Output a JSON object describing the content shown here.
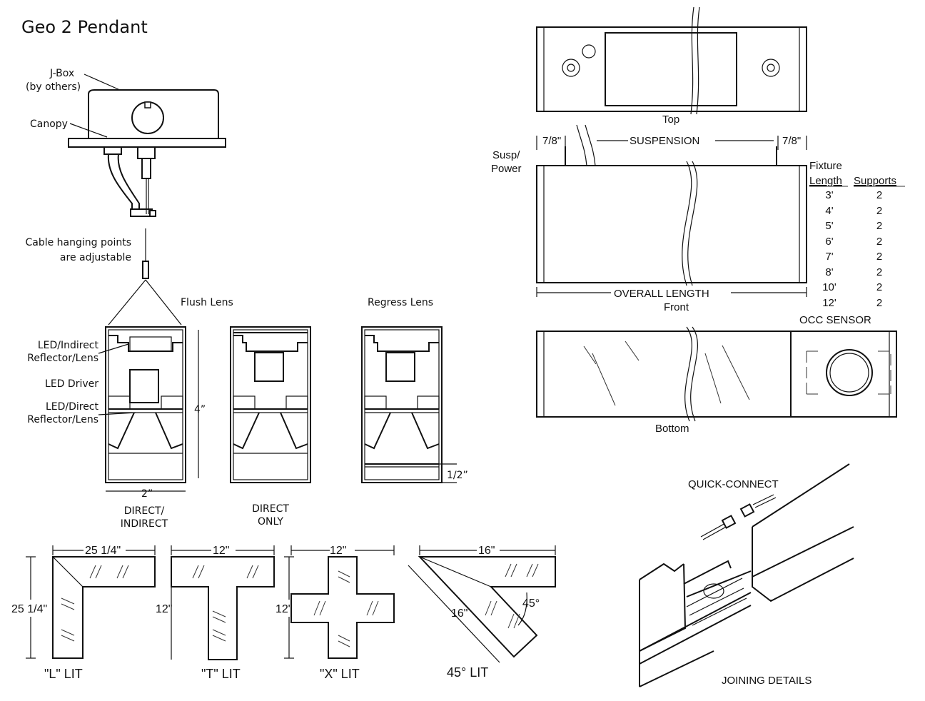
{
  "title": "Geo 2 Pendant",
  "mount": {
    "jbox_line1": "J-Box",
    "jbox_line2": "(by others)",
    "canopy": "Canopy",
    "cable_line1": "Cable hanging points",
    "cable_line2": "are adjustable"
  },
  "sections": {
    "flush_lens": "Flush Lens",
    "regress_lens": "Regress Lens",
    "led_indirect_1": "LED/Indirect",
    "led_indirect_2": "Reflector/Lens",
    "led_driver": "LED Driver",
    "led_direct_1": "LED/Direct",
    "led_direct_2": "Reflector/Lens",
    "height": "4”",
    "width": "2”",
    "regress_depth": "1/2”",
    "direct_indirect_1": "DIRECT/",
    "direct_indirect_2": "INDIRECT",
    "direct_only_1": "DIRECT",
    "direct_only_2": "ONLY"
  },
  "top_view": {
    "label": "Top"
  },
  "front_view": {
    "susp_power_1": "Susp/",
    "susp_power_2": "Power",
    "offset_left": "7/8\"",
    "offset_right": "7/8\"",
    "suspension": "SUSPENSION",
    "overall_length": "OVERALL LENGTH",
    "label": "Front"
  },
  "supports_table": {
    "header_fixture": "Fixture",
    "header_length": "Length",
    "header_supports": "Supports",
    "rows": [
      {
        "length": "3'",
        "supports": "2"
      },
      {
        "length": "4'",
        "supports": "2"
      },
      {
        "length": "5'",
        "supports": "2"
      },
      {
        "length": "6'",
        "supports": "2"
      },
      {
        "length": "7'",
        "supports": "2"
      },
      {
        "length": "8'",
        "supports": "2"
      },
      {
        "length": "10'",
        "supports": "2"
      },
      {
        "length": "12'",
        "supports": "2"
      }
    ]
  },
  "bottom_view": {
    "occ_sensor": "OCC SENSOR",
    "label": "Bottom"
  },
  "joining": {
    "quick_connect": "QUICK-CONNECT",
    "label": "JOINING DETAILS"
  },
  "configs": {
    "l": {
      "dim_top": "25 1/4\"",
      "dim_side": "25 1/4\"",
      "label": "\"L\" LIT"
    },
    "t": {
      "dim_top": "12\"",
      "dim_side": "12\"",
      "label": "\"T\" LIT"
    },
    "x": {
      "dim_top": "12\"",
      "dim_side": "12\"",
      "label": "\"X\" LIT"
    },
    "d45": {
      "dim_top": "16\"",
      "dim_diag": "16\"",
      "angle": "45°",
      "label": "45° LIT"
    }
  }
}
